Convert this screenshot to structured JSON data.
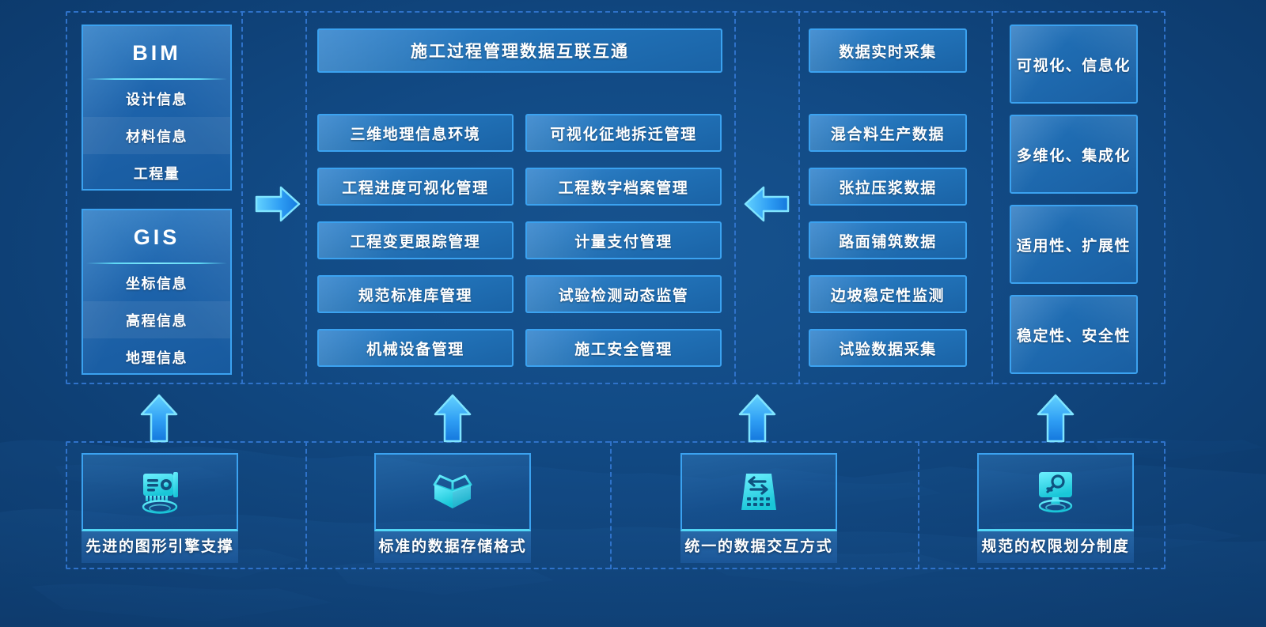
{
  "theme": {
    "bg_deep": "#0b3666",
    "bg_mid": "#124b86",
    "border_dashed": "#2f72c9",
    "border_box": "#3ba2f0",
    "accent_cyan": "#52d6f5",
    "arrow_fill_top": "#49c6ff",
    "arrow_fill_bottom": "#1d7ee0",
    "text": "#ffffff"
  },
  "source_stacks": [
    {
      "title": "BIM",
      "items": [
        "设计信息",
        "材料信息",
        "工程量"
      ]
    },
    {
      "title": "GIS",
      "items": [
        "坐标信息",
        "高程信息",
        "地理信息"
      ]
    }
  ],
  "platform": {
    "banner": "施工过程管理数据互联互通",
    "modules": [
      "三维地理信息环境",
      "可视化征地拆迁管理",
      "工程进度可视化管理",
      "工程数字档案管理",
      "工程变更跟踪管理",
      "计量支付管理",
      "规范标准库管理",
      "试验检测动态监管",
      "机械设备管理",
      "施工安全管理"
    ]
  },
  "data_sources": {
    "items": [
      "数据实时采集",
      "混合料生产数据",
      "张拉压浆数据",
      "路面铺筑数据",
      "边坡稳定性监测",
      "试验数据采集"
    ]
  },
  "traits": {
    "items": [
      "可视化、信息化",
      "多维化、集成化",
      "适用性、扩展性",
      "稳定性、安全性"
    ]
  },
  "foundation": {
    "items": [
      {
        "label": "先进的图形引擎支撑",
        "icon": "graphics-card-icon"
      },
      {
        "label": "标准的数据存储格式",
        "icon": "open-box-icon"
      },
      {
        "label": "统一的数据交互方式",
        "icon": "data-exchange-icon"
      },
      {
        "label": "规范的权限划分制度",
        "icon": "monitor-key-icon"
      }
    ]
  },
  "arrows": {
    "bim_gis_to_platform": "arrow-right",
    "sources_to_platform": "arrow-left",
    "foundation_up": "arrow-up"
  }
}
